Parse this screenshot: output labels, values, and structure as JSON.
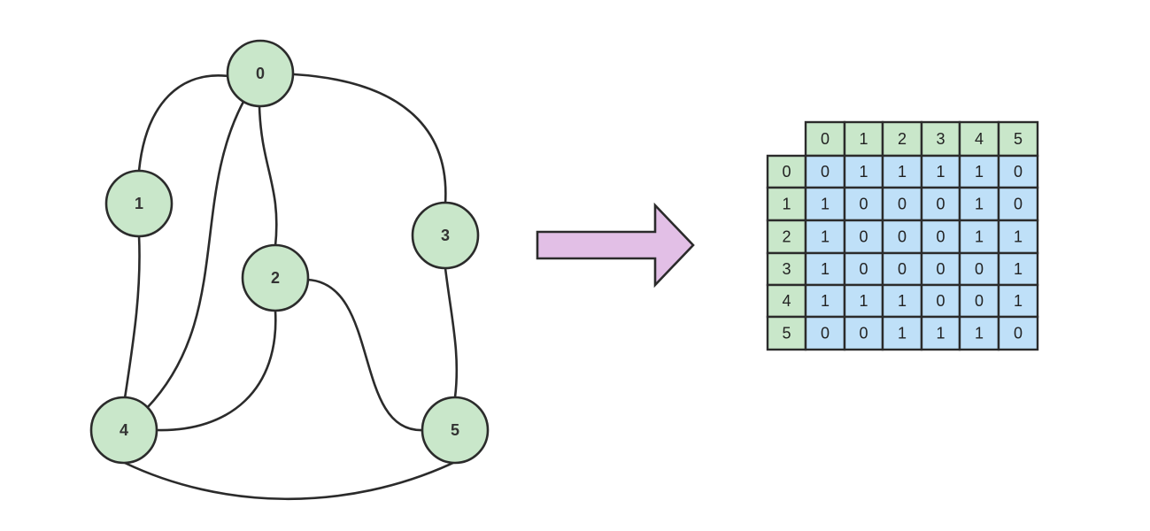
{
  "graph": {
    "nodes": [
      "0",
      "1",
      "2",
      "3",
      "4",
      "5"
    ],
    "edges": [
      [
        "0",
        "1"
      ],
      [
        "0",
        "2"
      ],
      [
        "0",
        "3"
      ],
      [
        "0",
        "4"
      ],
      [
        "1",
        "4"
      ],
      [
        "2",
        "4"
      ],
      [
        "2",
        "5"
      ],
      [
        "3",
        "5"
      ],
      [
        "4",
        "5"
      ]
    ]
  },
  "matrix": {
    "col_headers": [
      "0",
      "1",
      "2",
      "3",
      "4",
      "5"
    ],
    "row_headers": [
      "0",
      "1",
      "2",
      "3",
      "4",
      "5"
    ],
    "rows": [
      [
        "0",
        "1",
        "1",
        "1",
        "1",
        "0"
      ],
      [
        "1",
        "0",
        "0",
        "0",
        "1",
        "0"
      ],
      [
        "1",
        "0",
        "0",
        "0",
        "1",
        "1"
      ],
      [
        "1",
        "0",
        "0",
        "0",
        "0",
        "1"
      ],
      [
        "1",
        "1",
        "1",
        "0",
        "0",
        "1"
      ],
      [
        "0",
        "0",
        "1",
        "1",
        "1",
        "0"
      ]
    ]
  },
  "colors": {
    "node_fill": "#c9e7ca",
    "stroke": "#2b2b2b",
    "header_fill": "#c9e7ca",
    "cell_fill": "#bfe0f8",
    "arrow_fill": "#e2bfe6"
  }
}
